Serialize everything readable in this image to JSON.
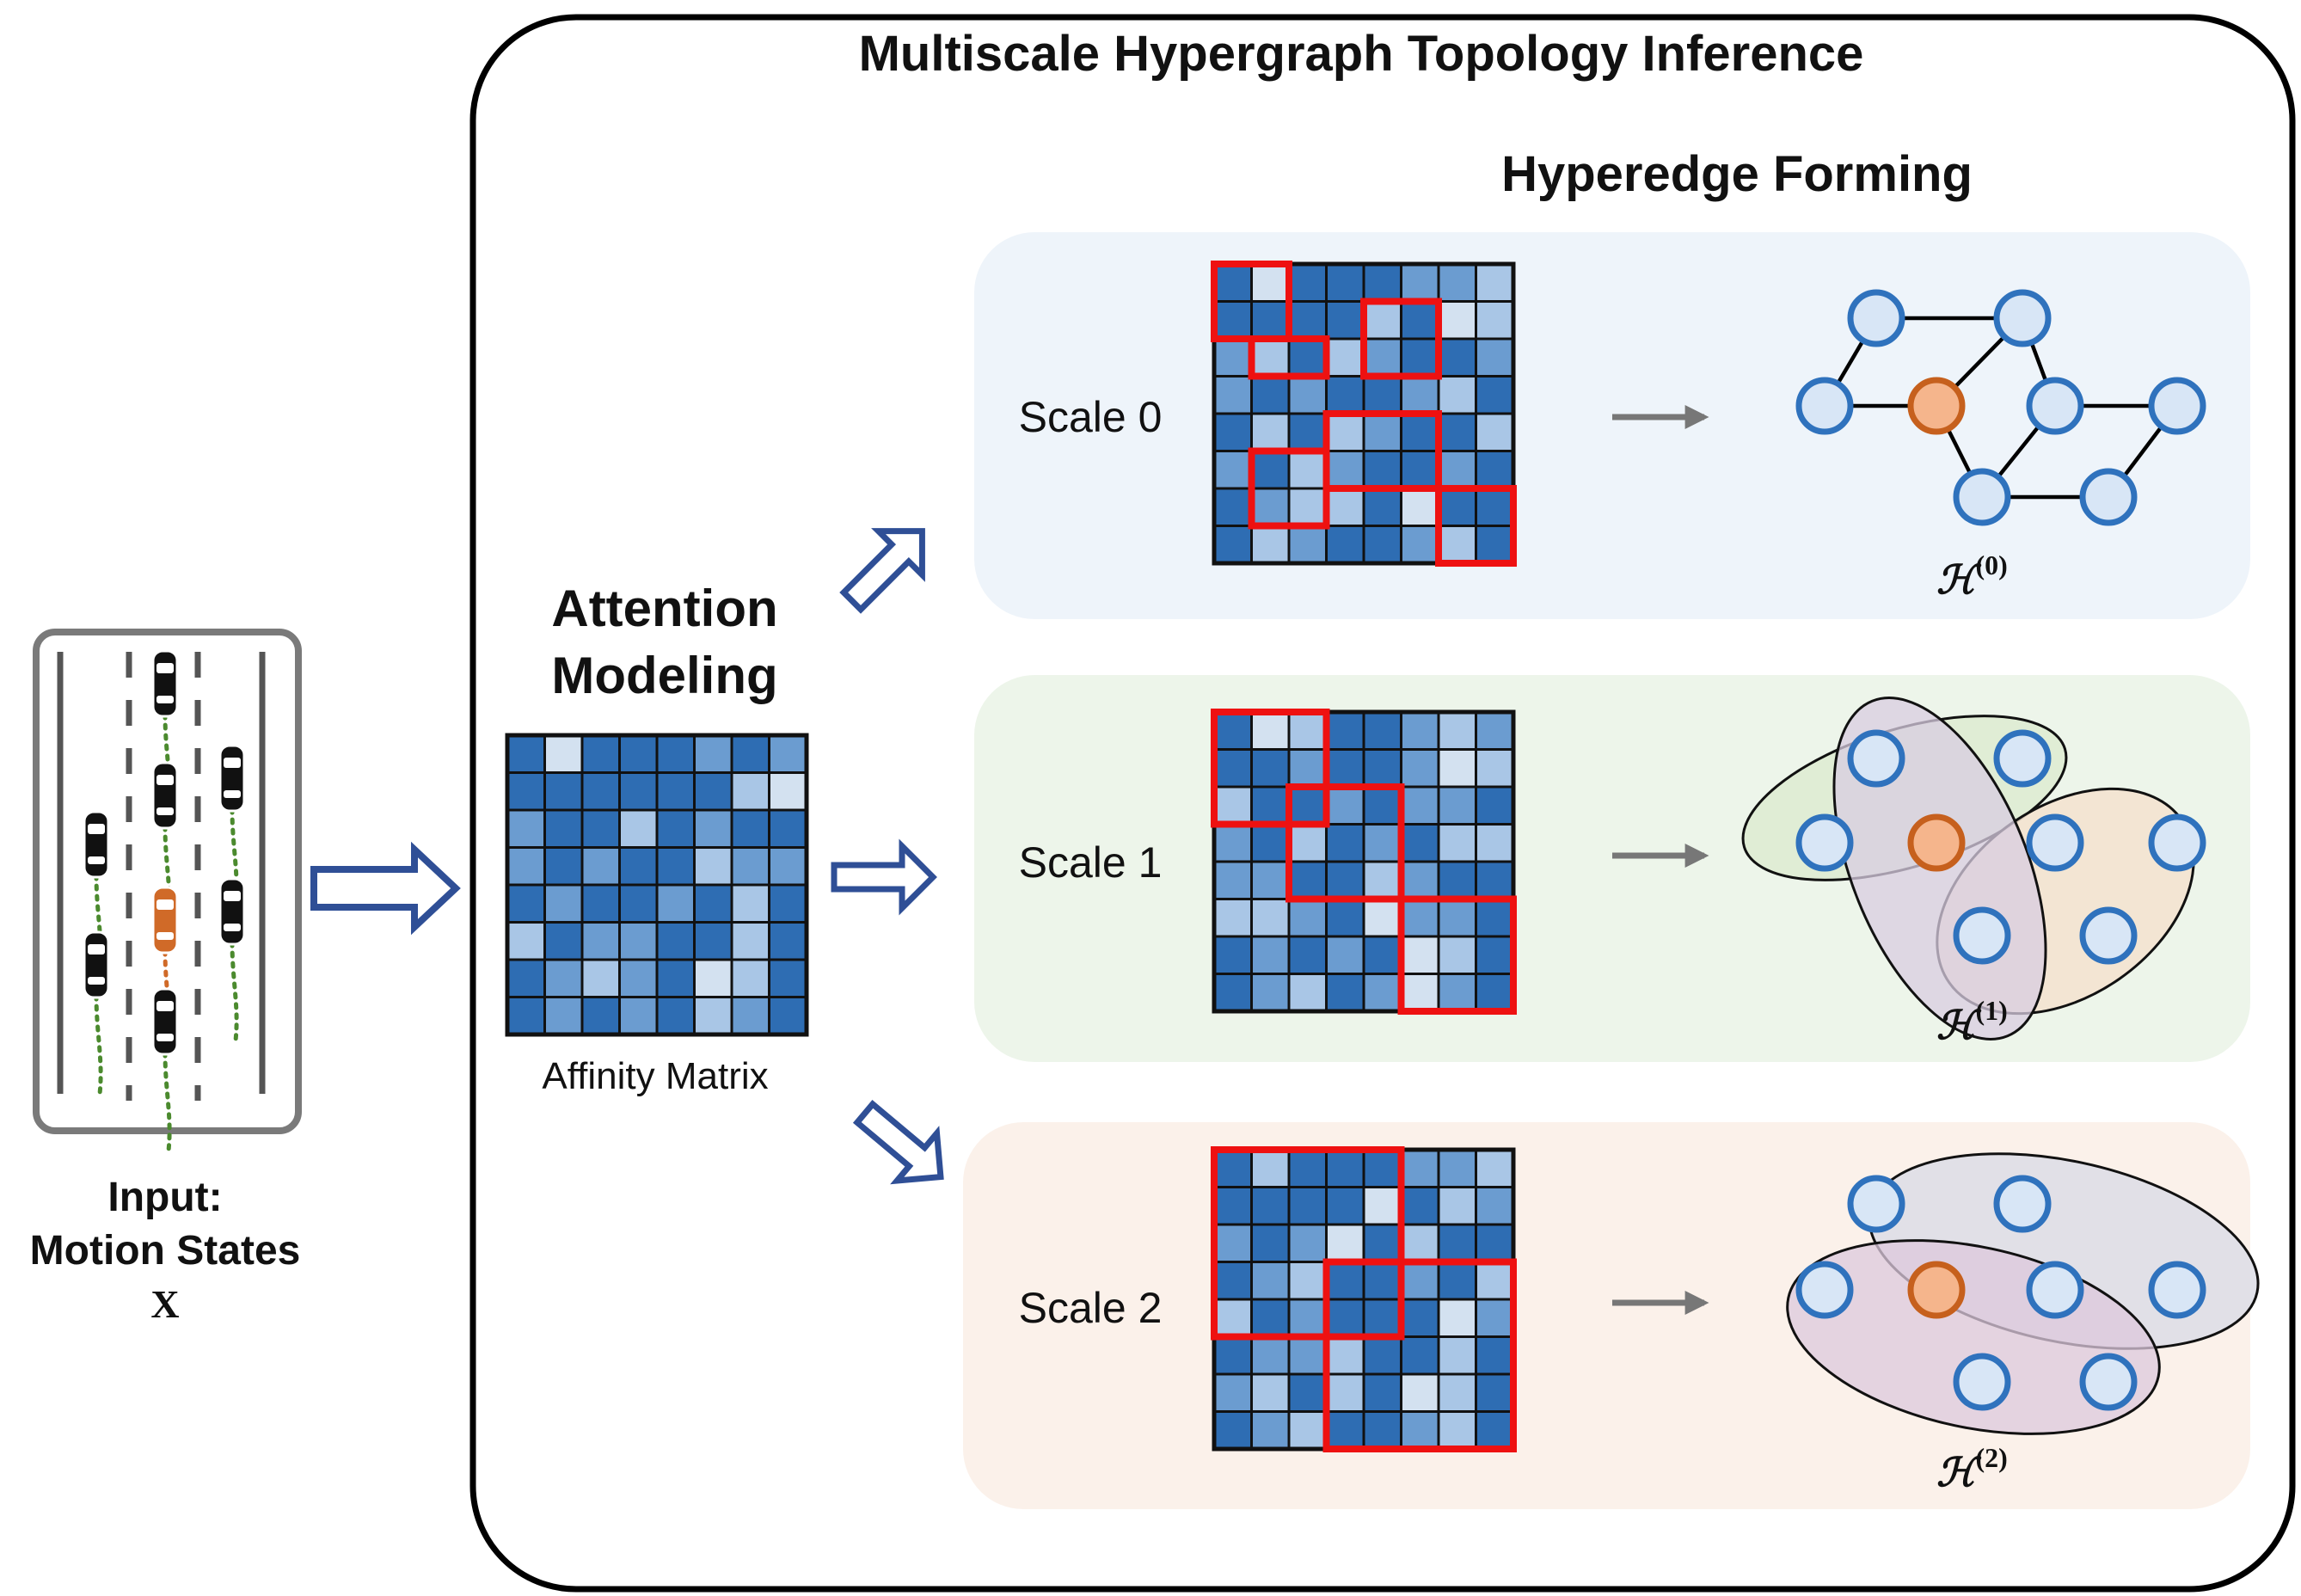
{
  "title": "Multiscale Hypergraph Topology Inference",
  "hyperedge_heading": "Hyperedge Forming",
  "attention_heading": [
    "Attention",
    "Modeling"
  ],
  "affinity_label": "Affinity Matrix",
  "input_label": [
    "Input:",
    "Motion States"
  ],
  "input_symbol": "X",
  "colors": {
    "dark": "#2e6db3",
    "mid": "#6b9cd0",
    "light": "#a9c6e6",
    "pale": "#d3e1f0",
    "highlight": "#ee1111",
    "node_fill": "#d8e6f6",
    "node_stroke": "#2f72bd",
    "center_fill": "#f5b58c",
    "center_stroke": "#c6601d",
    "arrow_outline": "#2f4f96",
    "panel0_bg": "#eef4fa",
    "panel1_bg": "#edf5ea",
    "panel2_bg": "#fbf1ea",
    "ego_car": "#d06a28",
    "trajectory": "#4b8a2e"
  },
  "affinity_matrix": [
    [
      0,
      3,
      0,
      0,
      0,
      1,
      0,
      1
    ],
    [
      0,
      0,
      0,
      0,
      0,
      0,
      2,
      3
    ],
    [
      1,
      0,
      0,
      2,
      0,
      1,
      0,
      0
    ],
    [
      1,
      0,
      1,
      0,
      0,
      2,
      1,
      1
    ],
    [
      0,
      1,
      0,
      0,
      1,
      0,
      2,
      0
    ],
    [
      2,
      0,
      1,
      1,
      0,
      0,
      2,
      0
    ],
    [
      0,
      1,
      2,
      1,
      0,
      3,
      2,
      0
    ],
    [
      0,
      1,
      0,
      1,
      0,
      2,
      1,
      0
    ]
  ],
  "scales": [
    {
      "label": "Scale 0",
      "hypergraph_label": "(0)",
      "matrix": [
        [
          0,
          3,
          0,
          0,
          0,
          1,
          1,
          2
        ],
        [
          0,
          0,
          0,
          0,
          2,
          0,
          3,
          2
        ],
        [
          1,
          2,
          0,
          2,
          1,
          0,
          0,
          1
        ],
        [
          1,
          0,
          1,
          0,
          0,
          1,
          2,
          0
        ],
        [
          0,
          2,
          0,
          2,
          1,
          0,
          0,
          2
        ],
        [
          1,
          0,
          2,
          1,
          0,
          0,
          1,
          0
        ],
        [
          0,
          1,
          2,
          2,
          0,
          3,
          0,
          0
        ],
        [
          0,
          2,
          1,
          0,
          0,
          1,
          2,
          0
        ]
      ],
      "groups": [
        [
          0,
          0,
          2,
          2
        ],
        [
          1,
          2,
          3,
          3
        ],
        [
          4,
          1,
          6,
          3
        ],
        [
          3,
          4,
          6,
          6
        ],
        [
          1,
          5,
          3,
          7
        ],
        [
          6,
          6,
          8,
          8
        ]
      ]
    },
    {
      "label": "Scale 1",
      "hypergraph_label": "(1)",
      "matrix": [
        [
          0,
          3,
          2,
          0,
          0,
          1,
          2,
          1
        ],
        [
          0,
          0,
          1,
          0,
          0,
          1,
          3,
          2
        ],
        [
          2,
          0,
          0,
          1,
          0,
          1,
          1,
          0
        ],
        [
          1,
          0,
          2,
          0,
          1,
          0,
          2,
          2
        ],
        [
          1,
          1,
          0,
          0,
          2,
          1,
          0,
          0
        ],
        [
          2,
          2,
          1,
          0,
          3,
          1,
          1,
          0
        ],
        [
          0,
          1,
          0,
          1,
          0,
          3,
          2,
          0
        ],
        [
          0,
          1,
          2,
          0,
          1,
          3,
          1,
          0
        ]
      ],
      "groups": [
        [
          0,
          0,
          3,
          3
        ],
        [
          2,
          2,
          5,
          5
        ],
        [
          5,
          5,
          8,
          8
        ]
      ]
    },
    {
      "label": "Scale 2",
      "hypergraph_label": "(2)",
      "matrix": [
        [
          0,
          2,
          0,
          0,
          0,
          1,
          1,
          2
        ],
        [
          0,
          0,
          0,
          0,
          3,
          0,
          2,
          1
        ],
        [
          1,
          0,
          1,
          3,
          0,
          2,
          0,
          0
        ],
        [
          0,
          1,
          2,
          0,
          0,
          1,
          0,
          2
        ],
        [
          2,
          0,
          1,
          0,
          0,
          0,
          3,
          1
        ],
        [
          0,
          1,
          1,
          2,
          0,
          0,
          2,
          0
        ],
        [
          1,
          2,
          0,
          2,
          0,
          3,
          2,
          0
        ],
        [
          0,
          1,
          2,
          0,
          0,
          1,
          2,
          0
        ]
      ],
      "groups": [
        [
          0,
          0,
          5,
          5
        ],
        [
          3,
          3,
          8,
          8
        ]
      ]
    }
  ]
}
